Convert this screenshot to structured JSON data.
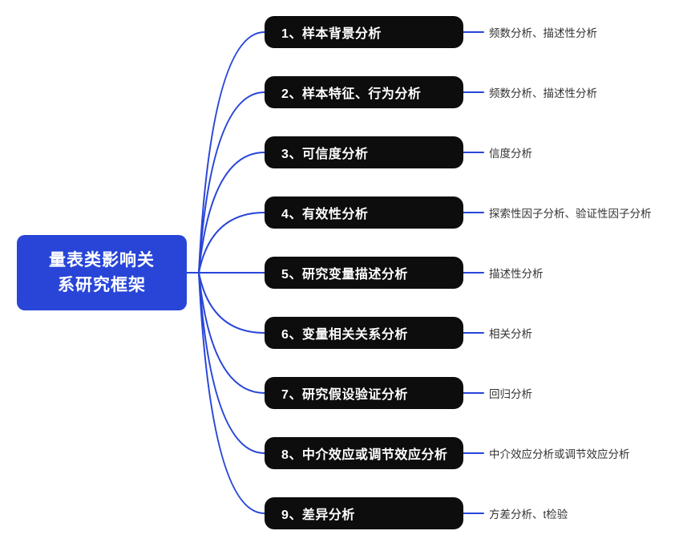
{
  "colors": {
    "root_fill": "#2845d8",
    "branch_fill": "#0d0d0d",
    "connector": "#2845d8",
    "root_text": "#ffffff",
    "branch_text": "#ffffff",
    "detail_text": "#333333"
  },
  "root": {
    "title": "量表类影响关\n系研究框架"
  },
  "branches": [
    {
      "title": "1、样本背景分析",
      "detail": "频数分析、描述性分析"
    },
    {
      "title": "2、样本特征、行为分析",
      "detail": "频数分析、描述性分析"
    },
    {
      "title": "3、可信度分析",
      "detail": "信度分析"
    },
    {
      "title": "4、有效性分析",
      "detail": "探索性因子分析、验证性因子分析"
    },
    {
      "title": "5、研究变量描述分析",
      "detail": "描述性分析"
    },
    {
      "title": "6、变量相关关系分析",
      "detail": "相关分析"
    },
    {
      "title": "7、研究假设验证分析",
      "detail": "回归分析"
    },
    {
      "title": "8、中介效应或调节效应分析",
      "detail": "中介效应分析或调节效应分析"
    },
    {
      "title": "9、差异分析",
      "detail": "方差分析、t检验"
    }
  ],
  "layout_note": "mindmap: 1 root node, 9 branch nodes each with one detail leaf"
}
